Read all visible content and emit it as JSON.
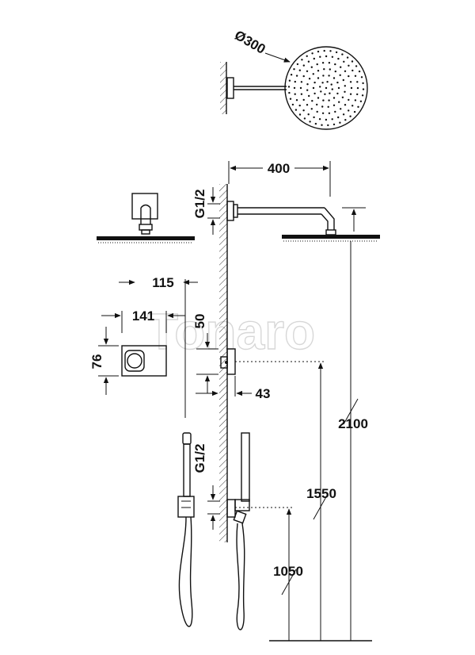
{
  "watermark": "Tonaro",
  "dimensions": {
    "head_diameter": "Ø300",
    "arm_length": "400",
    "connection_upper": "G1/2",
    "connection_lower": "G1/2",
    "plate_offset": "115",
    "plate_width": "141",
    "plate_height": "76",
    "valve_height": "50",
    "wall_depth": "43",
    "total_height": "2100",
    "valve_floor_height": "1550",
    "outlet_floor_height": "1050"
  }
}
